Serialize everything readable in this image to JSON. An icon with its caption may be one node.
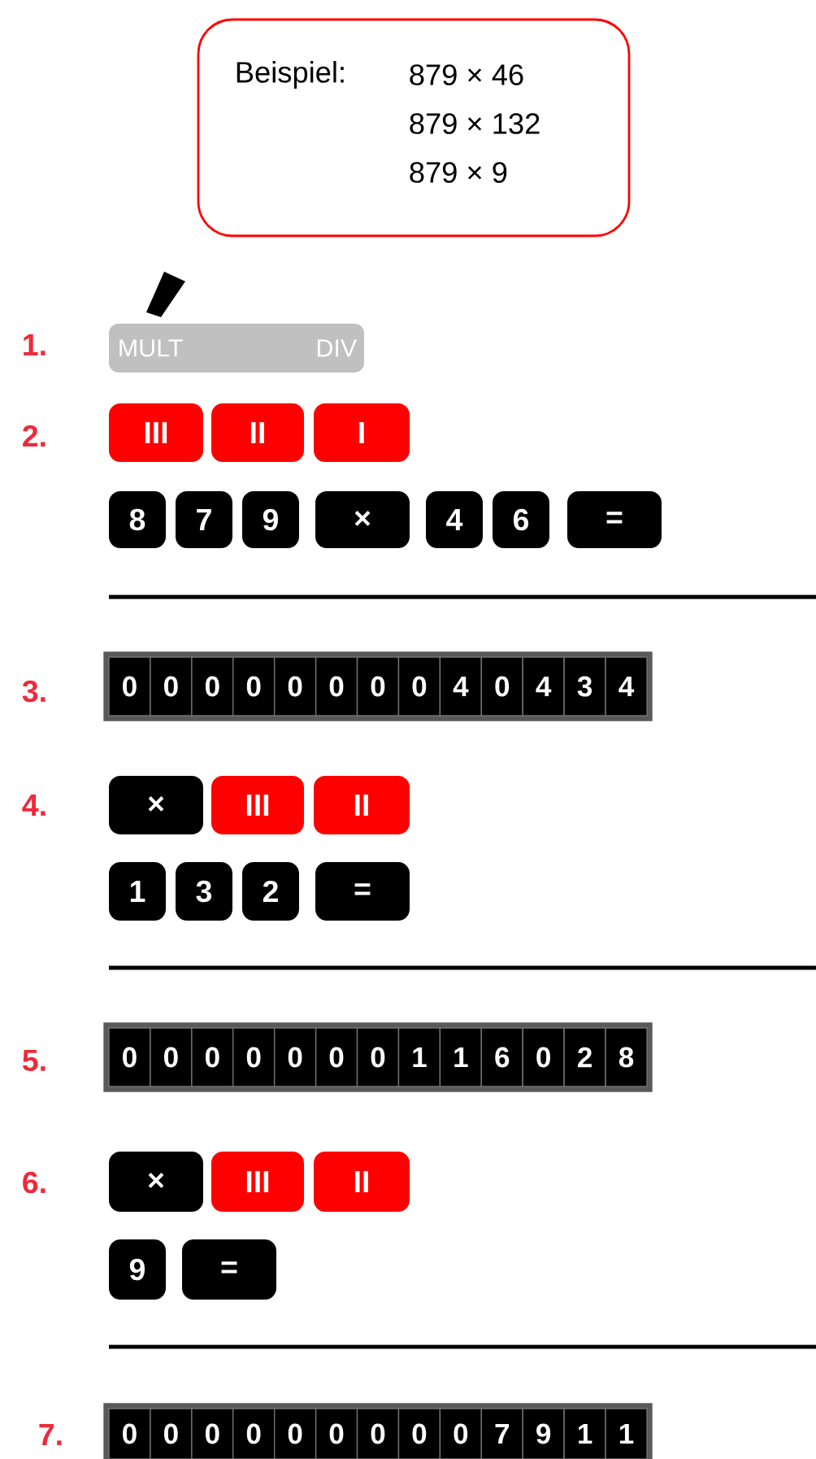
{
  "diagram": {
    "nodes": [
      {
        "text": [
          "Beispiel:",
          "879 × 46",
          "879 × 132",
          "879 × 9"
        ]
      },
      {
        "text": [
          "MULT",
          "DIV"
        ]
      },
      {
        "text": [
          "III"
        ]
      },
      {
        "text": [
          "II"
        ]
      },
      {
        "text": [
          "I"
        ]
      },
      {
        "text": [
          "8"
        ]
      },
      {
        "text": [
          "7"
        ]
      },
      {
        "text": [
          "9"
        ]
      },
      {
        "text": [
          "×"
        ]
      },
      {
        "text": [
          "4"
        ]
      },
      {
        "text": [
          "6"
        ]
      },
      {
        "text": [
          "="
        ]
      },
      {
        "text": [],
        "shape": "box"
      },
      {
        "text": [
          "0"
        ],
        "in": 12
      },
      {
        "text": [
          "0"
        ],
        "in": 12
      },
      {
        "text": [
          "0"
        ],
        "in": 12
      },
      {
        "text": [
          "0"
        ],
        "in": 12
      },
      {
        "text": [
          "0"
        ],
        "in": 12
      },
      {
        "text": [
          "0"
        ],
        "in": 12
      },
      {
        "text": [
          "0"
        ],
        "in": 12
      },
      {
        "text": [
          "0"
        ],
        "in": 12
      },
      {
        "text": [
          "4"
        ],
        "in": 12
      },
      {
        "text": [
          "0"
        ],
        "in": 12
      },
      {
        "text": [
          "4"
        ],
        "in": 12
      },
      {
        "text": [
          "3"
        ],
        "in": 12
      },
      {
        "text": [
          "4"
        ],
        "in": 12
      },
      {
        "text": [
          "×"
        ]
      },
      {
        "text": [
          "III"
        ]
      },
      {
        "text": [
          "II"
        ]
      },
      {
        "text": [
          "1"
        ]
      },
      {
        "text": [
          "3"
        ]
      },
      {
        "text": [
          "2"
        ]
      },
      {
        "text": [
          "="
        ]
      },
      {
        "text": [],
        "shape": "box"
      },
      {
        "text": [
          "0"
        ],
        "in": 33
      },
      {
        "text": [
          "0"
        ],
        "in": 33
      },
      {
        "text": [
          "0"
        ],
        "in": 33
      },
      {
        "text": [
          "0"
        ],
        "in": 33
      },
      {
        "text": [
          "0"
        ],
        "in": 33
      },
      {
        "text": [
          "0"
        ],
        "in": 33
      },
      {
        "text": [
          "0"
        ],
        "in": 33
      },
      {
        "text": [
          "1"
        ],
        "in": 33
      },
      {
        "text": [
          "1"
        ],
        "in": 33
      },
      {
        "text": [
          "6"
        ],
        "in": 33
      },
      {
        "text": [
          "0"
        ],
        "in": 33
      },
      {
        "text": [
          "2"
        ],
        "in": 33
      },
      {
        "text": [
          "8"
        ],
        "in": 33
      },
      {
        "text": [
          "×"
        ]
      },
      {
        "text": [
          "III"
        ]
      },
      {
        "text": [
          "II"
        ]
      },
      {
        "text": [
          "9"
        ]
      },
      {
        "text": [
          "="
        ]
      },
      {
        "text": [],
        "shape": "box"
      },
      {
        "text": [
          "0"
        ],
        "in": 52
      },
      {
        "text": [
          "0"
        ],
        "in": 52
      },
      {
        "text": [
          "0"
        ],
        "in": 52
      },
      {
        "text": [
          "0"
        ],
        "in": 52
      },
      {
        "text": [
          "0"
        ],
        "in": 52
      },
      {
        "text": [
          "0"
        ],
        "in": 52
      },
      {
        "text": [
          "0"
        ],
        "in": 52
      },
      {
        "text": [
          "0"
        ],
        "in": 52
      },
      {
        "text": [
          "0"
        ],
        "in": 52
      },
      {
        "text": [
          "7"
        ],
        "in": 52
      },
      {
        "text": [
          "9"
        ],
        "in": 52
      },
      {
        "text": [
          "1"
        ],
        "in": 52
      },
      {
        "text": [
          "1"
        ],
        "in": 52
      }
    ],
    "labels": [
      "1.",
      "2.",
      "3.",
      "4.",
      "5.",
      "6.",
      "7."
    ]
  }
}
